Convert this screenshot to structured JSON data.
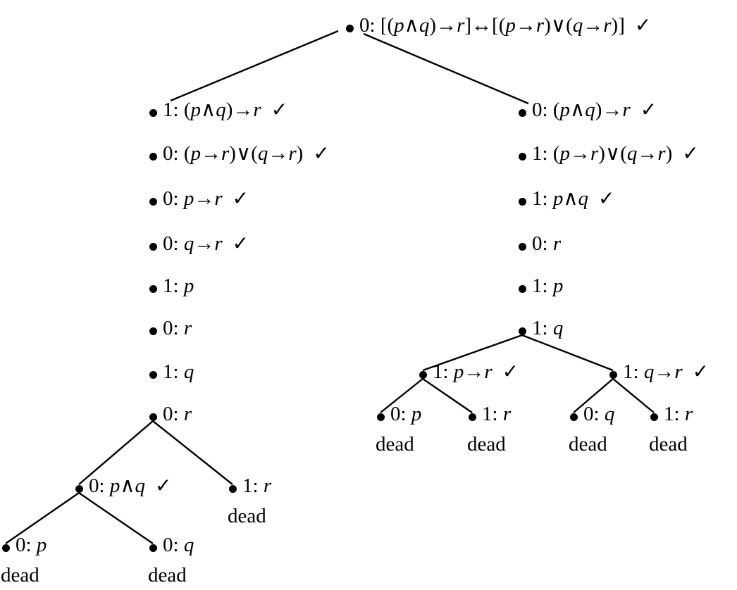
{
  "nodes": [
    {
      "id": "root",
      "label": "0: [(p∧q)→r]↔[(p→r)∨(q→r)]",
      "checked": true,
      "dead": false
    },
    {
      "id": "L1",
      "label": "1: (p∧q)→r",
      "checked": true,
      "dead": false
    },
    {
      "id": "L2",
      "label": "0: (p→r)∨(q→r)",
      "checked": true,
      "dead": false
    },
    {
      "id": "L3",
      "label": "0: p→r",
      "checked": true,
      "dead": false
    },
    {
      "id": "L4",
      "label": "0: q→r",
      "checked": true,
      "dead": false
    },
    {
      "id": "L5",
      "label": "1: p",
      "checked": false,
      "dead": false
    },
    {
      "id": "L6",
      "label": "0: r",
      "checked": false,
      "dead": false
    },
    {
      "id": "L7",
      "label": "1: q",
      "checked": false,
      "dead": false
    },
    {
      "id": "L8",
      "label": "0: r",
      "checked": false,
      "dead": false
    },
    {
      "id": "LA",
      "label": "0: p∧q",
      "checked": true,
      "dead": false
    },
    {
      "id": "LB",
      "label": "1: r",
      "checked": false,
      "dead": true
    },
    {
      "id": "LA1",
      "label": "0: p",
      "checked": false,
      "dead": true
    },
    {
      "id": "LA2",
      "label": "0: q",
      "checked": false,
      "dead": true
    },
    {
      "id": "R1",
      "label": "0: (p∧q)→r",
      "checked": true,
      "dead": false
    },
    {
      "id": "R2",
      "label": "1: (p→r)∨(q→r)",
      "checked": true,
      "dead": false
    },
    {
      "id": "R3",
      "label": "1: p∧q",
      "checked": true,
      "dead": false
    },
    {
      "id": "R4",
      "label": "0: r",
      "checked": false,
      "dead": false
    },
    {
      "id": "R5",
      "label": "1: p",
      "checked": false,
      "dead": false
    },
    {
      "id": "R6",
      "label": "1: q",
      "checked": false,
      "dead": false
    },
    {
      "id": "RA",
      "label": "1: p→r",
      "checked": true,
      "dead": false
    },
    {
      "id": "RB",
      "label": "1: q→r",
      "checked": true,
      "dead": false
    },
    {
      "id": "RA1",
      "label": "0: p",
      "checked": false,
      "dead": true
    },
    {
      "id": "RA2",
      "label": "1: r",
      "checked": false,
      "dead": true
    },
    {
      "id": "RB1",
      "label": "0: q",
      "checked": false,
      "dead": true
    },
    {
      "id": "RB2",
      "label": "1: r",
      "checked": false,
      "dead": true
    }
  ],
  "edges": [
    [
      "root",
      "L1"
    ],
    [
      "root",
      "R1"
    ],
    [
      "L8",
      "LA"
    ],
    [
      "L8",
      "LB"
    ],
    [
      "LA",
      "LA1"
    ],
    [
      "LA",
      "LA2"
    ],
    [
      "R6",
      "RA"
    ],
    [
      "R6",
      "RB"
    ],
    [
      "RA",
      "RA1"
    ],
    [
      "RA",
      "RA2"
    ],
    [
      "RB",
      "RB1"
    ],
    [
      "RB",
      "RB2"
    ]
  ],
  "symbols": {
    "check": "✓",
    "dead_text": "dead"
  }
}
